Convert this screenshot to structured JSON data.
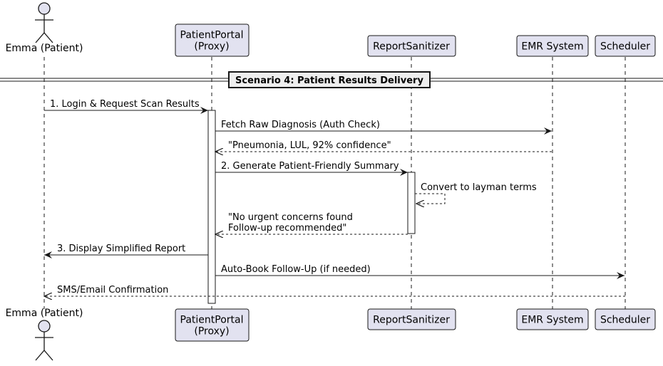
{
  "scenario": {
    "title": "Scenario 4: Patient Results Delivery"
  },
  "participants": [
    {
      "id": "patient",
      "kind": "actor",
      "lines": [
        "Emma (Patient)"
      ]
    },
    {
      "id": "portal",
      "kind": "participant",
      "lines": [
        "PatientPortal",
        "(Proxy)"
      ]
    },
    {
      "id": "sanitizer",
      "kind": "participant",
      "lines": [
        "ReportSanitizer"
      ]
    },
    {
      "id": "emr",
      "kind": "participant",
      "lines": [
        "EMR System"
      ]
    },
    {
      "id": "scheduler",
      "kind": "participant",
      "lines": [
        "Scheduler"
      ]
    }
  ],
  "messages": [
    {
      "from": "patient",
      "to": "portal",
      "style": "solid",
      "lines": [
        "1. Login & Request Scan Results"
      ]
    },
    {
      "from": "portal",
      "to": "emr",
      "style": "solid",
      "lines": [
        "Fetch Raw Diagnosis (Auth Check)"
      ]
    },
    {
      "from": "emr",
      "to": "portal",
      "style": "dashed",
      "lines": [
        "\"Pneumonia, LUL, 92% confidence\""
      ]
    },
    {
      "from": "portal",
      "to": "sanitizer",
      "style": "solid",
      "lines": [
        "2. Generate Patient-Friendly Summary"
      ]
    },
    {
      "from": "sanitizer",
      "to": "sanitizer",
      "style": "dashed",
      "lines": [
        "Convert to layman terms"
      ]
    },
    {
      "from": "sanitizer",
      "to": "portal",
      "style": "dashed",
      "lines": [
        "\"No urgent concerns found",
        "Follow-up recommended\""
      ]
    },
    {
      "from": "portal",
      "to": "patient",
      "style": "solid",
      "lines": [
        "3. Display Simplified Report"
      ]
    },
    {
      "from": "portal",
      "to": "scheduler",
      "style": "solid",
      "lines": [
        "Auto-Book Follow-Up (if needed)"
      ]
    },
    {
      "from": "scheduler",
      "to": "patient",
      "style": "dashed",
      "lines": [
        "SMS/Email Confirmation"
      ]
    }
  ],
  "colors": {
    "participant_fill": "#e2e2f0",
    "participant_stroke": "#181818",
    "lifeline": "#181818",
    "divider_fill": "#eeeeee",
    "activation_fill": "#ffffff"
  }
}
